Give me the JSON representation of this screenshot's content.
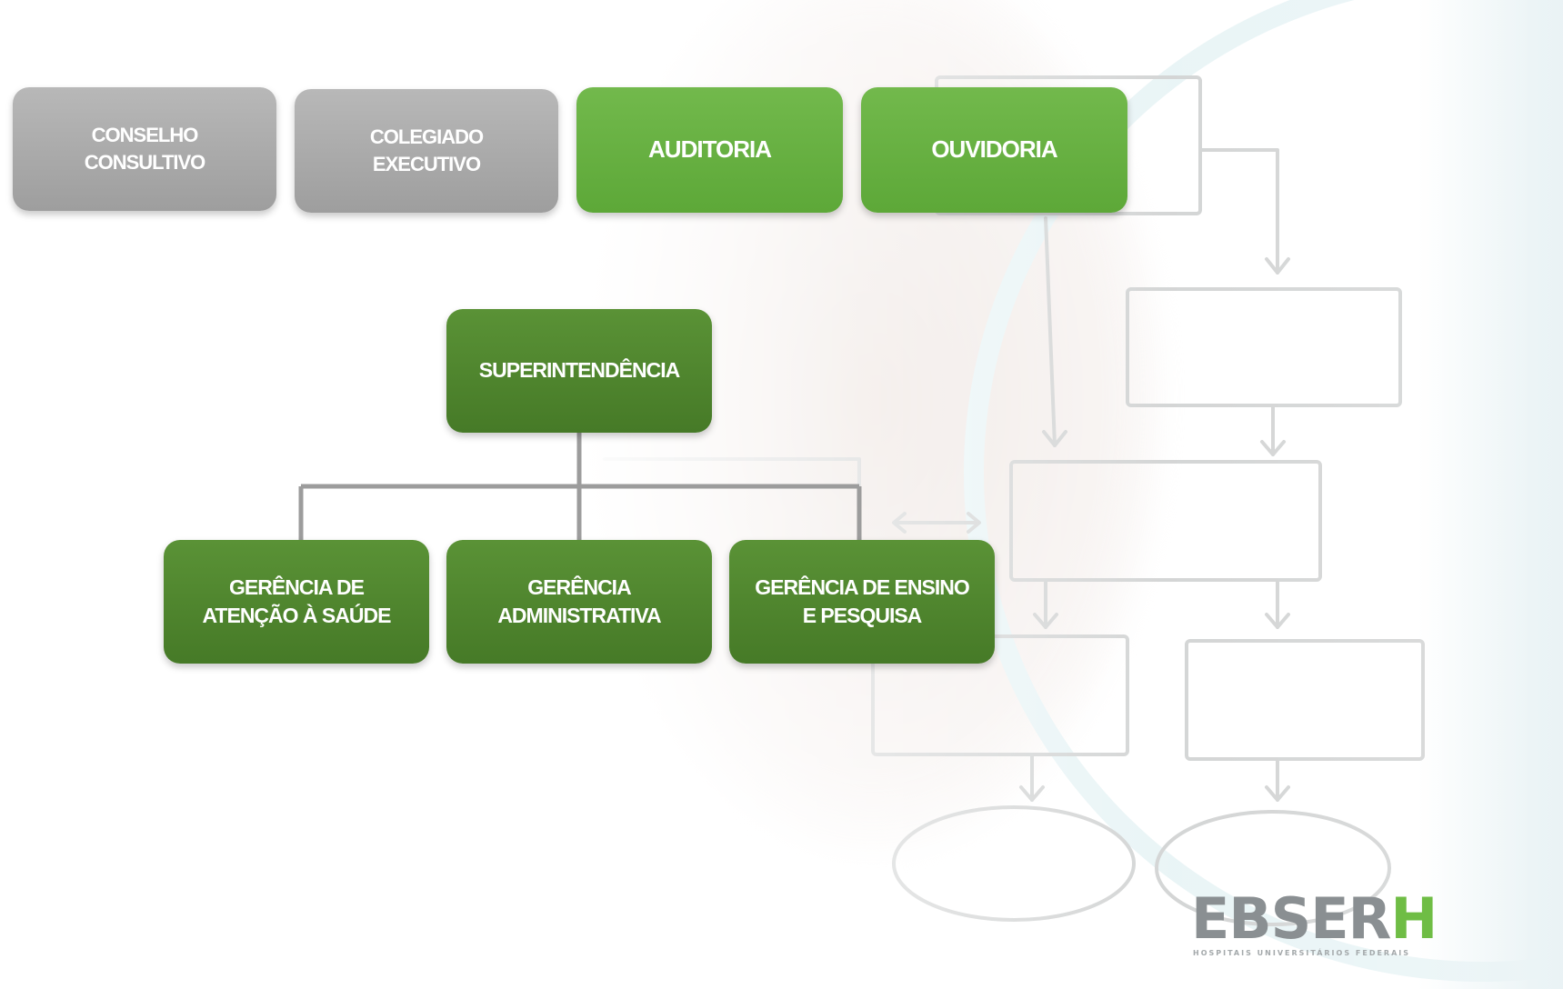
{
  "top_row": [
    {
      "id": "conselho",
      "label": "CONSELHO\nCONSULTIVO",
      "style": "gray"
    },
    {
      "id": "colegiado",
      "label": "COLEGIADO\nEXECUTIVO",
      "style": "gray"
    },
    {
      "id": "auditoria",
      "label": "AUDITORIA",
      "style": "light"
    },
    {
      "id": "ouvidoria",
      "label": "OUVIDORIA",
      "style": "light"
    }
  ],
  "root": {
    "label": "SUPERINTENDÊNCIA"
  },
  "children": [
    {
      "label": "GERÊNCIA DE\nATENÇÃO À SAÚDE"
    },
    {
      "label": "GERÊNCIA\nADMINISTRATIVA"
    },
    {
      "label": "GERÊNCIA DE ENSINO\nE PESQUISA"
    }
  ],
  "logo": {
    "word_main": "EBSER",
    "word_accent": "H",
    "tagline": "HOSPITAIS UNIVERSITÁRIOS FEDERAIS"
  },
  "colors": {
    "gray_box": "#a8a8a8",
    "light_green_box": "#64ad3e",
    "dark_green_box": "#4f862f",
    "connector": "#9c9c9c",
    "logo_gray": "#8a8f92",
    "logo_green": "#6fbd45"
  }
}
